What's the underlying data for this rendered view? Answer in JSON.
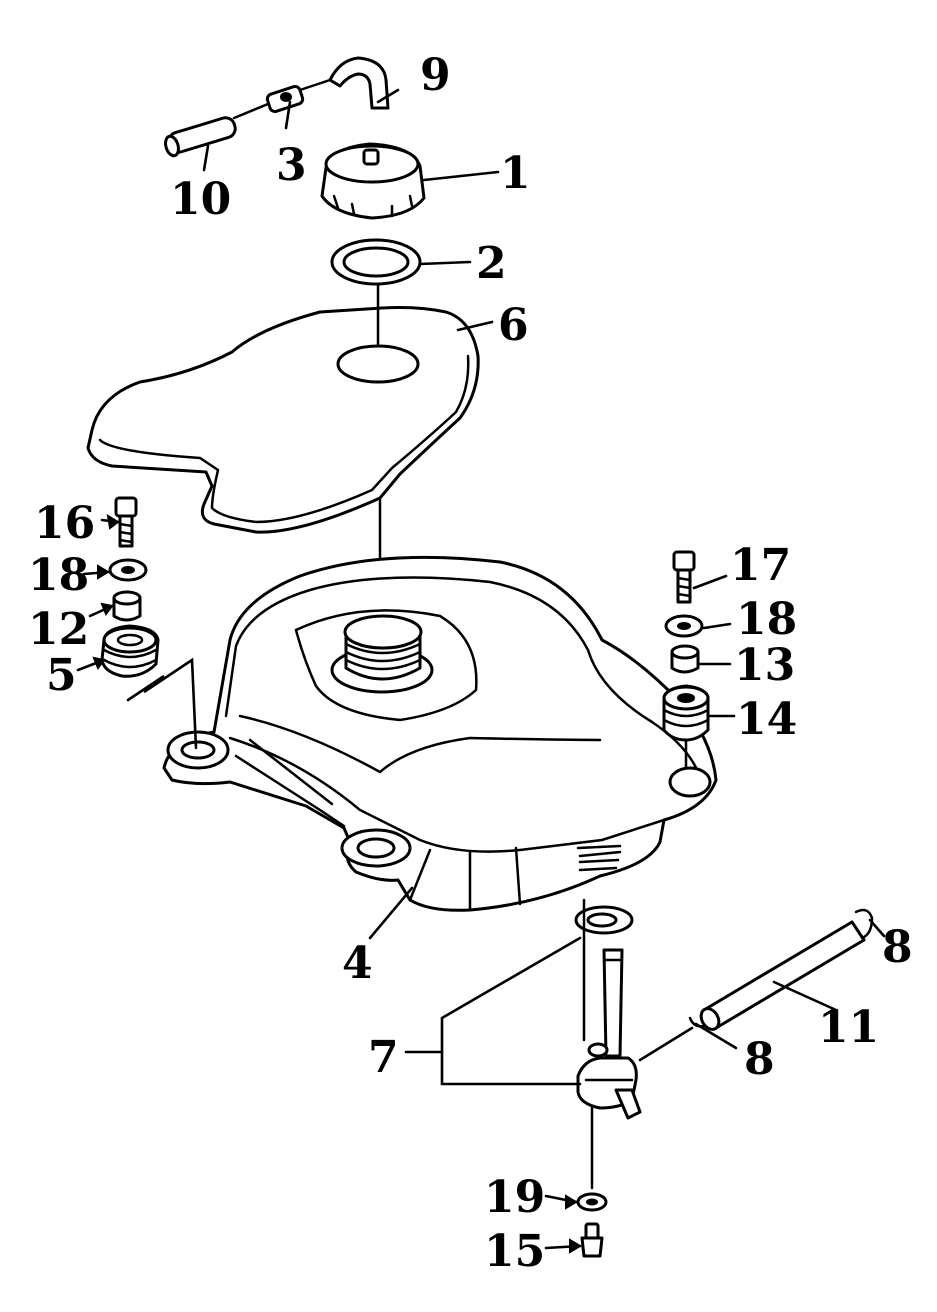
{
  "labels": {
    "l1": "1",
    "l2": "2",
    "l3": "3",
    "l4": "4",
    "l5": "5",
    "l6": "6",
    "l7": "7",
    "l8a": "8",
    "l8b": "8",
    "l9": "9",
    "l10": "10",
    "l11": "11",
    "l12": "12",
    "l13": "13",
    "l14": "14",
    "l15": "15",
    "l16": "16",
    "l17": "17",
    "l18a": "18",
    "l18b": "18",
    "l19": "19"
  }
}
